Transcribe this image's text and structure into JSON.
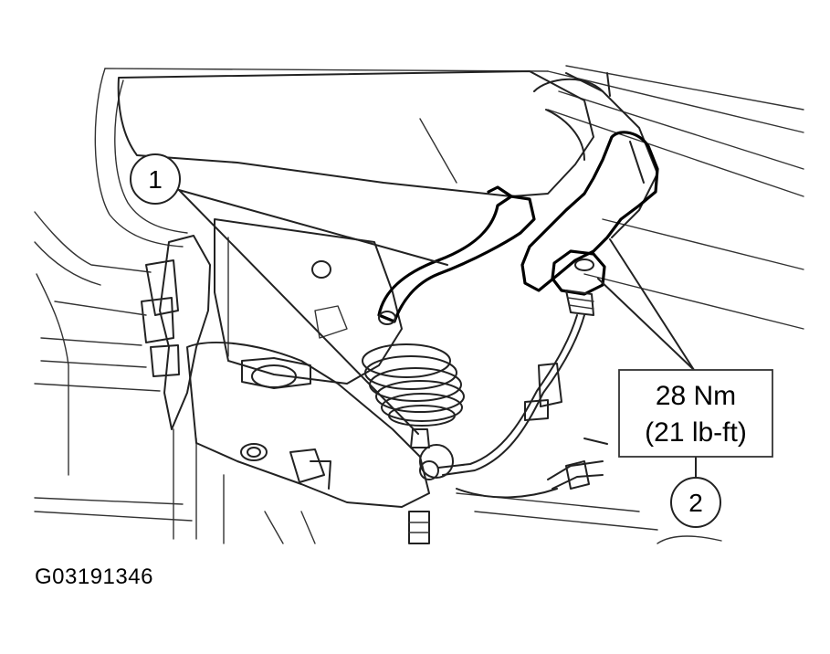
{
  "callouts": [
    {
      "number": "1"
    },
    {
      "number": "2"
    }
  ],
  "torque": {
    "metric": "28 Nm",
    "imperial": "(21 lb-ft)"
  },
  "figure_id": "G03191346"
}
